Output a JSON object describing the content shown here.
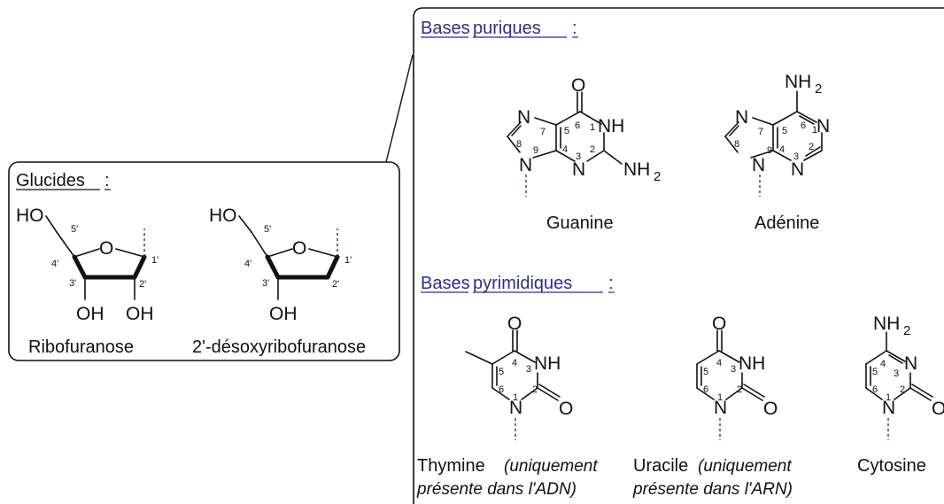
{
  "sugars": {
    "title": "Glucides",
    "colon": ":",
    "ribose": {
      "name": "Ribofuranose",
      "ho": "HO",
      "ring_o": "O",
      "oh3": "OH",
      "oh2": "OH",
      "c5": "5'",
      "c4": "4'",
      "c3": "3'",
      "c2": "2'",
      "c1": "1'"
    },
    "deoxyribose": {
      "name": "2'-désoxyribofuranose",
      "ho": "HO",
      "ring_o": "O",
      "oh3": "OH",
      "c5": "5'",
      "c4": "4'",
      "c3": "3'",
      "c2": "2'",
      "c1": "1'"
    }
  },
  "purines": {
    "title_word1": "Bases",
    "title_word2": "puriques",
    "colon": ":",
    "guanine": {
      "name": "Guanine",
      "o6": "O",
      "n7": "N",
      "n1": "NH",
      "n9": "N",
      "n3": "N",
      "nh2": "NH",
      "nh2_sub": "2",
      "numbers": [
        "6",
        "5",
        "1",
        "7",
        "8",
        "9",
        "4",
        "3",
        "2"
      ]
    },
    "adenine": {
      "name": "Adénine",
      "nh2": "NH",
      "nh2_sub": "2",
      "n7": "N",
      "n1": "N",
      "n9": "N",
      "n3": "N",
      "numbers": [
        "6",
        "5",
        "1",
        "7",
        "8",
        "9",
        "4",
        "3",
        "2"
      ]
    }
  },
  "pyrimidines": {
    "title_word1": "Bases",
    "title_word2": "pyrimidiques",
    "colon": ":",
    "thymine": {
      "name": "Thymine",
      "note_line1": "(uniquement",
      "note_line2": "présente dans l'ADN)",
      "o4": "O",
      "n3": "NH",
      "n1": "N",
      "o2": "O",
      "numbers": [
        "4",
        "5",
        "3",
        "6",
        "2",
        "1"
      ]
    },
    "uracil": {
      "name": "Uracile",
      "note_line1": "(uniquement",
      "note_line2": "présente dans l'ARN)",
      "o4": "O",
      "n3": "NH",
      "n1": "N",
      "o2": "O",
      "numbers": [
        "4",
        "5",
        "3",
        "6",
        "2",
        "1"
      ]
    },
    "cytosine": {
      "name": "Cytosine",
      "nh2": "NH",
      "nh2_sub": "2",
      "n3": "N",
      "n1": "N",
      "o2": "O",
      "numbers": [
        "4",
        "5",
        "3",
        "6",
        "2",
        "1"
      ]
    }
  }
}
